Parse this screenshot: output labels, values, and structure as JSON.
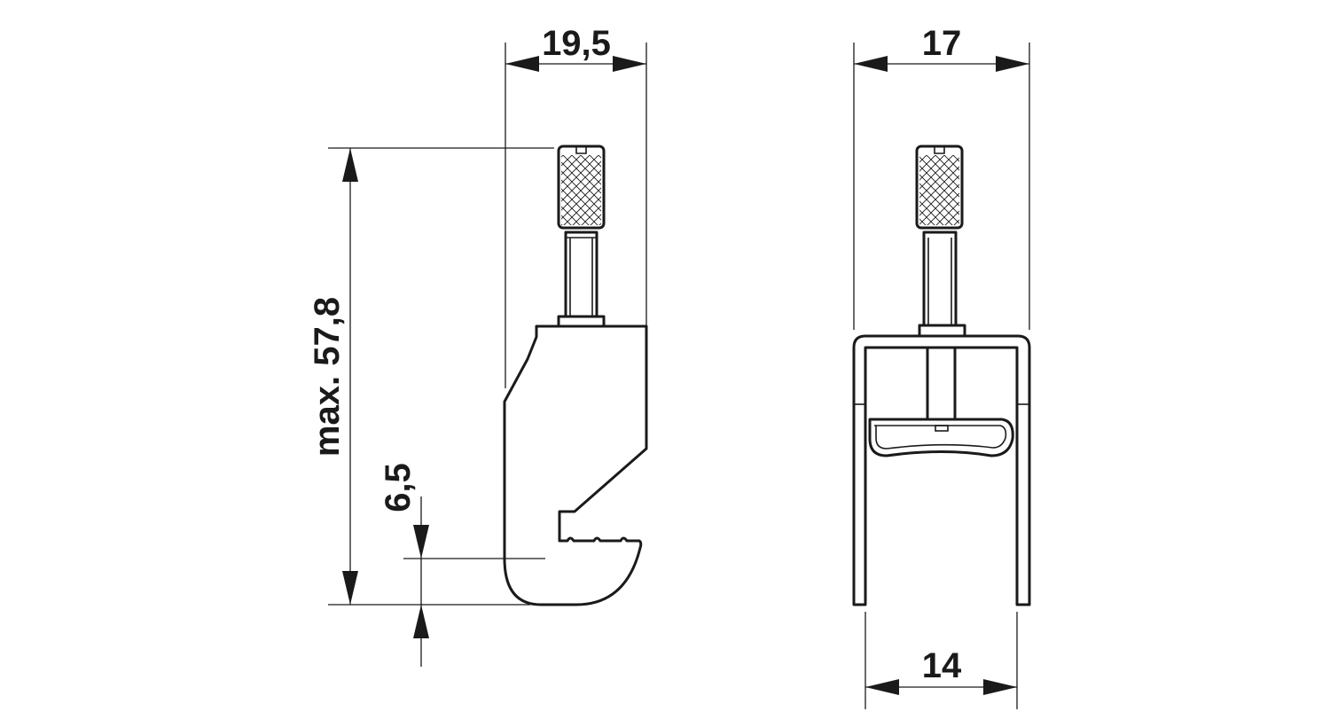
{
  "dimensions": {
    "side_width": "19,5",
    "front_width_top": "17",
    "front_width_bottom": "14",
    "max_height": "max. 57,8",
    "jaw_depth": "6,5"
  }
}
